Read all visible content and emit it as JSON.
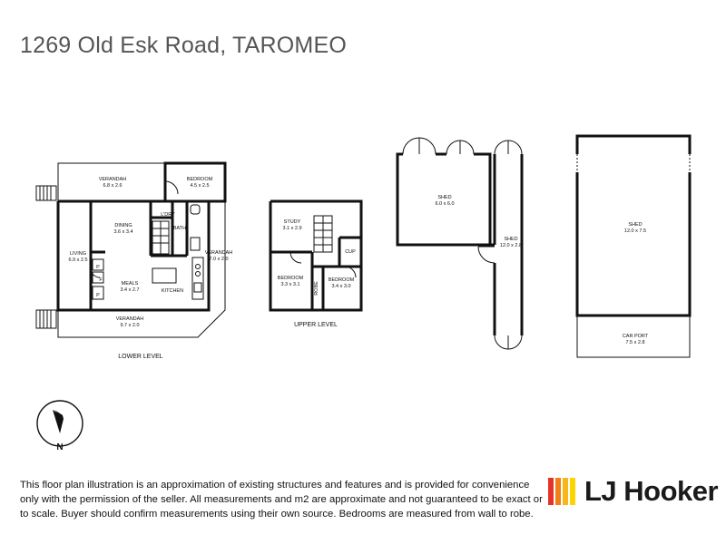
{
  "title": "1269 Old Esk Road, TAROMEO",
  "lower_level": {
    "caption": "LOWER LEVEL",
    "rooms": [
      {
        "name": "VERANDAH",
        "dims": "6.8 x 2.6"
      },
      {
        "name": "BEDROOM",
        "dims": "4.5 x 2.5"
      },
      {
        "name": "DINING",
        "dims": "3.6 x 3.4"
      },
      {
        "name": "LIVING",
        "dims": "6.9 x 2.5"
      },
      {
        "name": "VERANDAH",
        "dims": "7.0 x 2.0"
      },
      {
        "name": "MEALS",
        "dims": "3.4 x 2.7"
      },
      {
        "name": "VERANDAH",
        "dims": "9.7 x 2.0"
      }
    ],
    "small_labels": [
      "L'DRY",
      "BATH",
      "KITCHEN",
      "F",
      "P",
      "P"
    ]
  },
  "upper_level": {
    "caption": "UPPER LEVEL",
    "rooms": [
      {
        "name": "STUDY",
        "dims": "3.1 x 2.9"
      },
      {
        "name": "BEDROOM",
        "dims": "3.3 x 3.1"
      },
      {
        "name": "BEDROOM",
        "dims": "3.4 x 3.0"
      }
    ],
    "small_labels": [
      "CUP",
      "ROBE"
    ]
  },
  "sheds": [
    {
      "name": "SHED",
      "dims": "6.0 x 6.0"
    },
    {
      "name": "SHED",
      "dims": "12.0 x 2.8"
    },
    {
      "name": "SHED",
      "dims": "12.0 x 7.5"
    },
    {
      "name": "CAR PORT",
      "dims": "7.5 x 2.8"
    }
  ],
  "compass": {
    "letter": "N"
  },
  "disclaimer": [
    "This floor plan illustration is an approximation of existing structures and features and is provided for convenience",
    "only with the permission of the seller. All measurements and m2 are approximate and not guaranteed to be exact or",
    "to scale. Buyer should confirm measurements using their own source. Bedrooms are measured from wall to robe."
  ],
  "logo": {
    "text": "LJ Hooker",
    "colors": [
      "#e5332a",
      "#f07f1a",
      "#f7b718",
      "#fcd500"
    ]
  }
}
